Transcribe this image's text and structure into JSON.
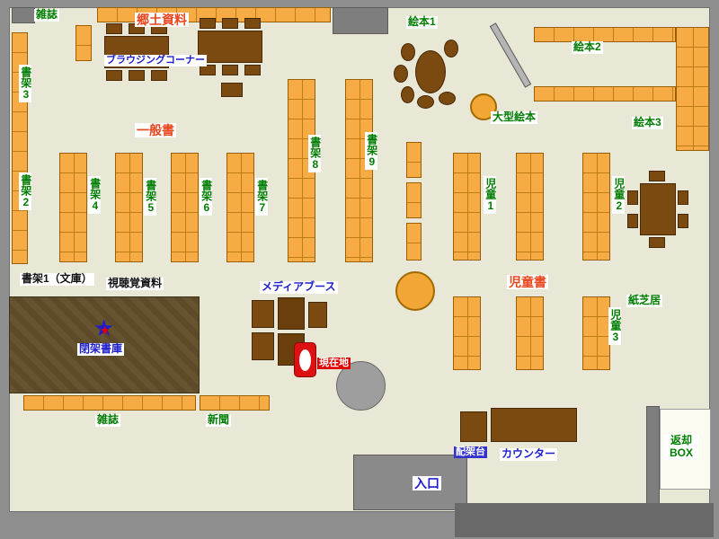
{
  "colors": {
    "floor": "#e9e8d6",
    "wall_gray": "#8f8f8f",
    "shelf_orange": "#f6ab44",
    "shelf_line": "#c07c14",
    "table_brown": "#7a4a10",
    "closed_stacks_brown": "#63512e",
    "label_green": "#007d00",
    "label_blue": "#1d1dcc",
    "label_red": "#e8471e",
    "current_location_red": "#e00000",
    "stand_label_blue": "#3333cc"
  },
  "labels": {
    "magazines_top": "雑誌",
    "local_materials": "郷土資料",
    "browsing_corner": "ブラウジングコーナー",
    "shelf3": "書架3",
    "shelf2": "書架2",
    "general_books": "一般書",
    "shelf4": "書架4",
    "shelf5": "書架5",
    "shelf6": "書架6",
    "shelf7": "書架7",
    "shelf8": "書架8",
    "shelf9": "書架9",
    "picture_books_1": "絵本1",
    "picture_books_2": "絵本2",
    "picture_books_3": "絵本3",
    "large_picture_books": "大型絵本",
    "children_1": "児童1",
    "children_2": "児童2",
    "children_3": "児童3",
    "children_books": "児童書",
    "kamishibai": "紙芝居",
    "shelf1_bunko": "書架1（文庫）",
    "av_materials": "視聴覚資料",
    "media_booth": "メディアブース",
    "closed_stacks": "閉架書庫",
    "current_location": "現在地",
    "magazines_bottom": "雑誌",
    "newspapers": "新聞",
    "distribution_stand": "配架台",
    "counter": "カウンター",
    "return_box_line1": "返却",
    "return_box_line2": "BOX",
    "entrance": "入口"
  }
}
